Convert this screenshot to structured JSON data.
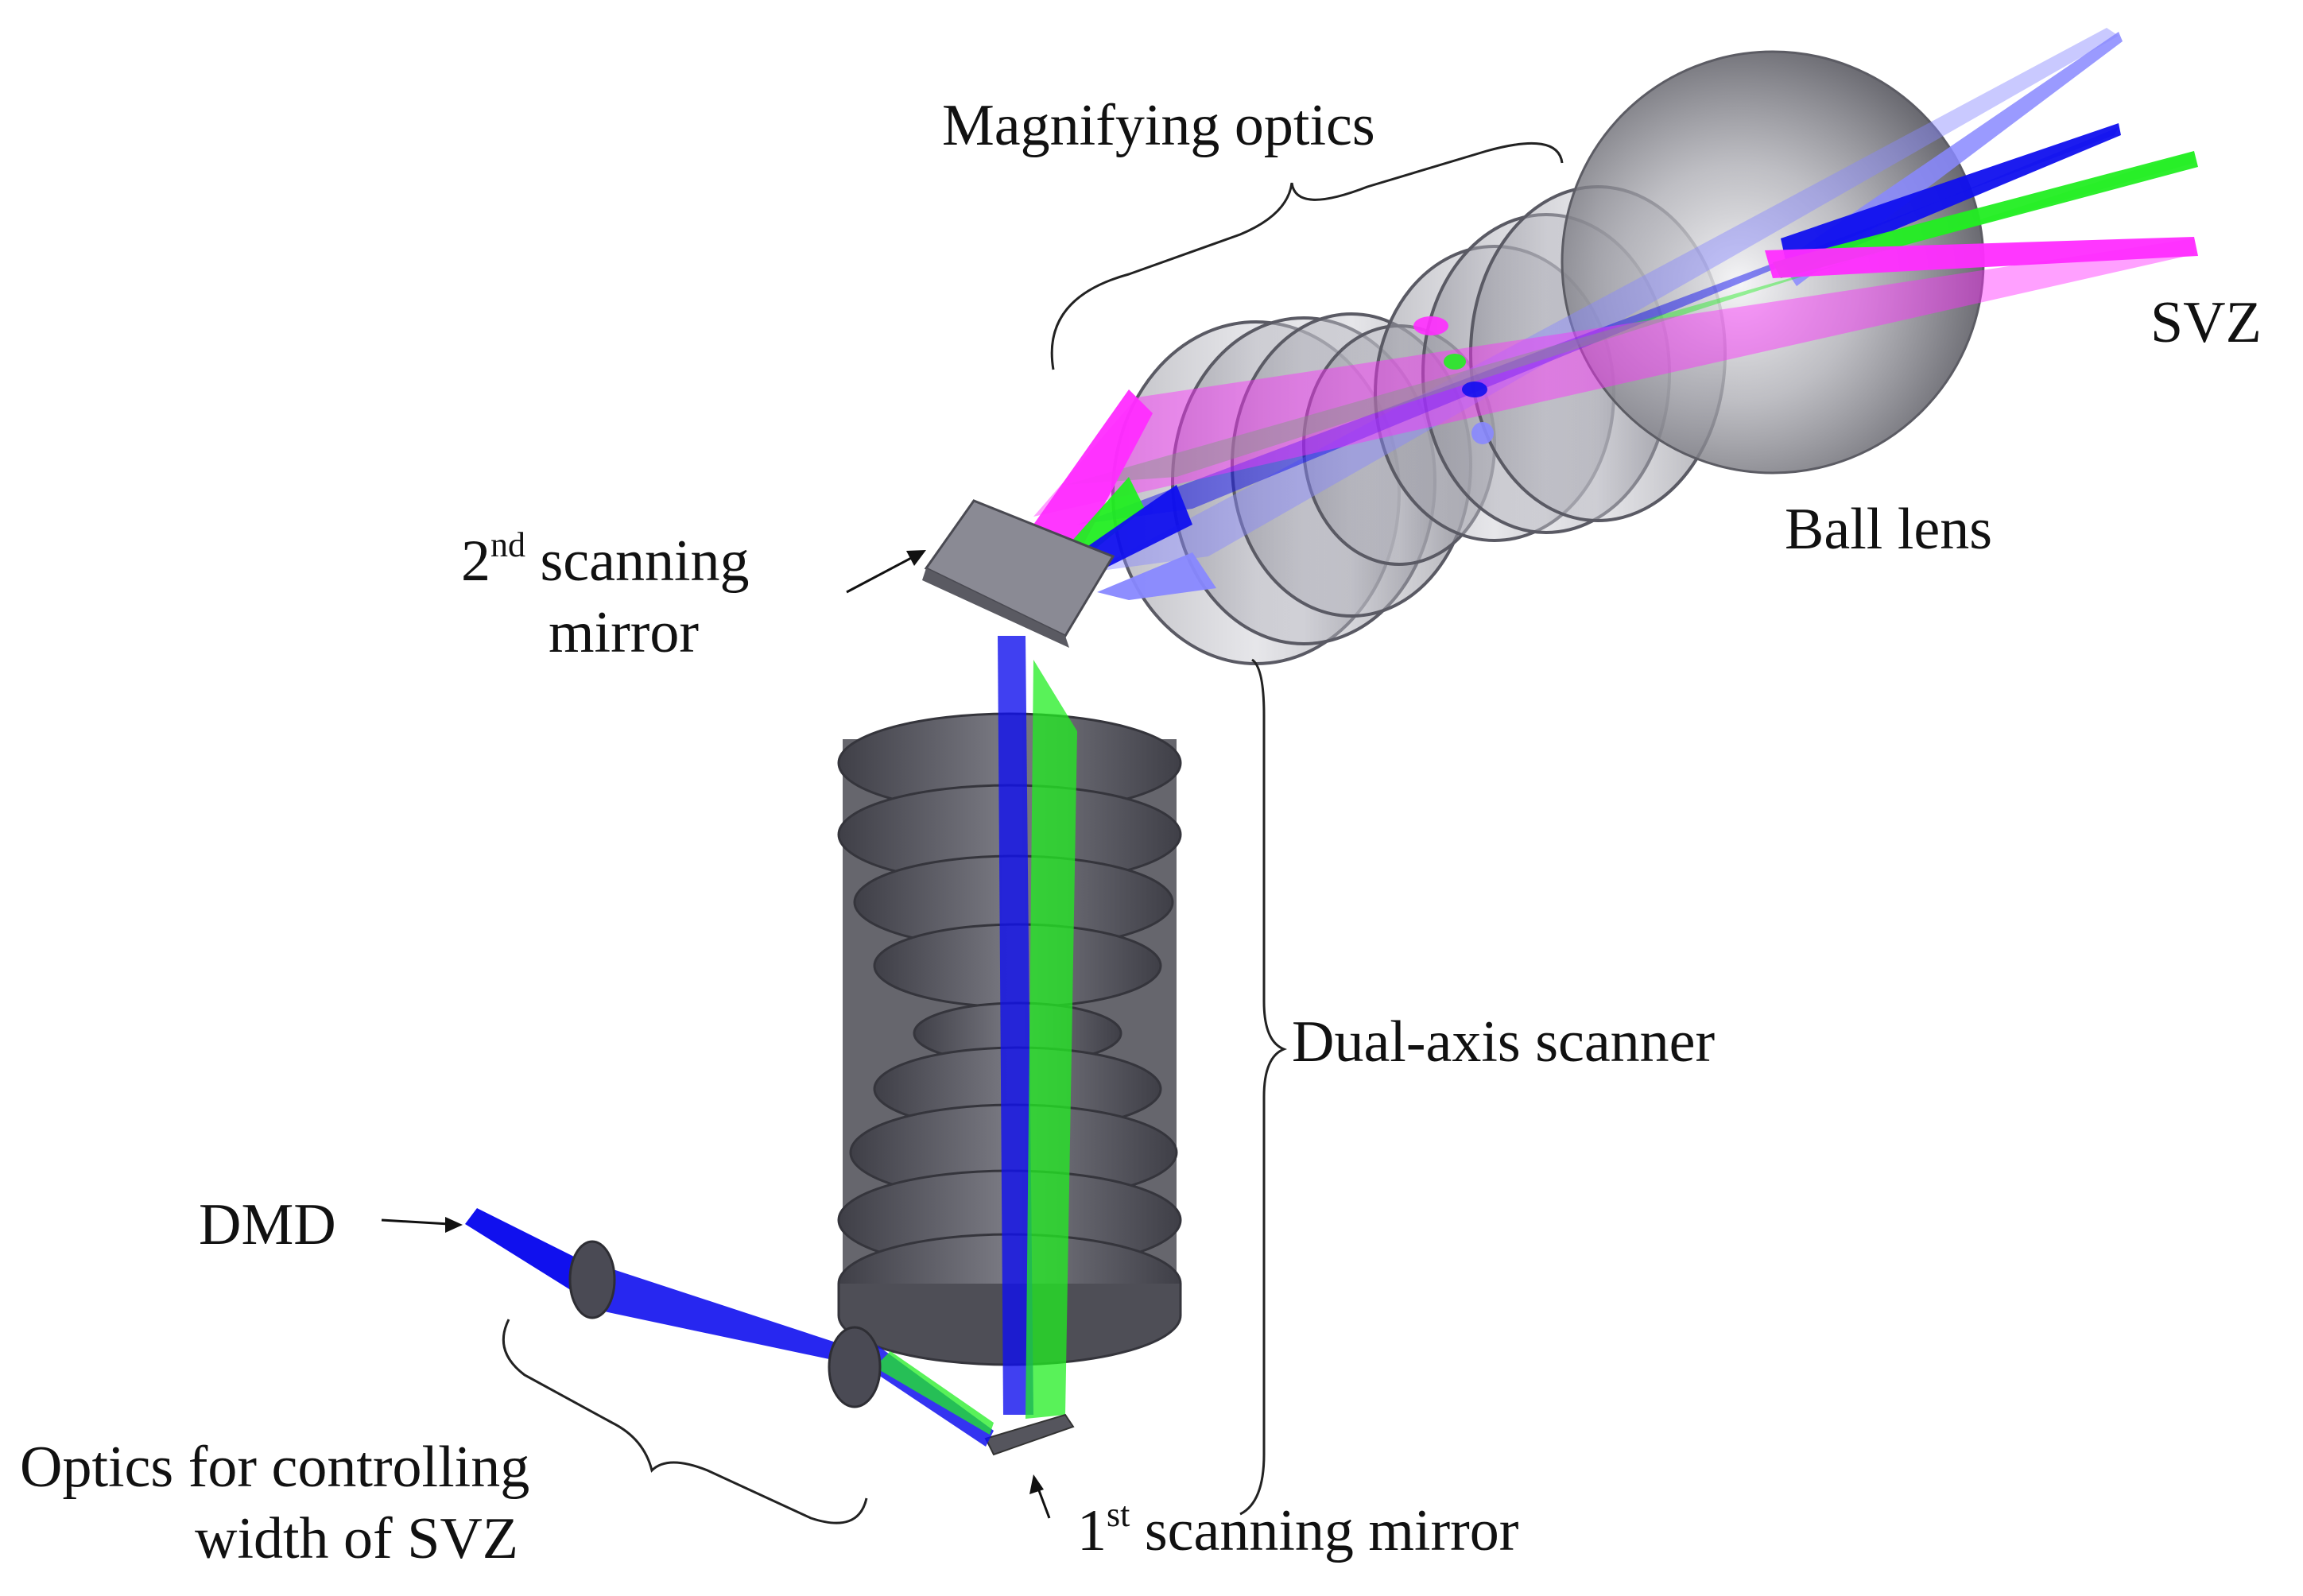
{
  "labels": {
    "magnifying_optics": "Magnifying optics",
    "svz": "SVZ",
    "ball_lens": "Ball lens",
    "second_mirror_num": "2",
    "second_mirror_sup": "nd",
    "second_mirror_line1": " scanning",
    "second_mirror_line2": "mirror",
    "dual_axis_scanner": "Dual-axis scanner",
    "dmd": "DMD",
    "optics_line1": "Optics for controlling",
    "optics_line2": "width of SVZ",
    "first_mirror_num": "1",
    "first_mirror_sup": "st",
    "first_mirror_rest": " scanning mirror"
  },
  "colors": {
    "lens_fill": "#6f6f78",
    "lens_rim": "#4a4a52",
    "beam_magenta": "#ff2cff",
    "beam_blue": "#1010ee",
    "beam_green": "#22ee22",
    "beam_light_blue": "#8888ff",
    "ink": "#111111"
  }
}
